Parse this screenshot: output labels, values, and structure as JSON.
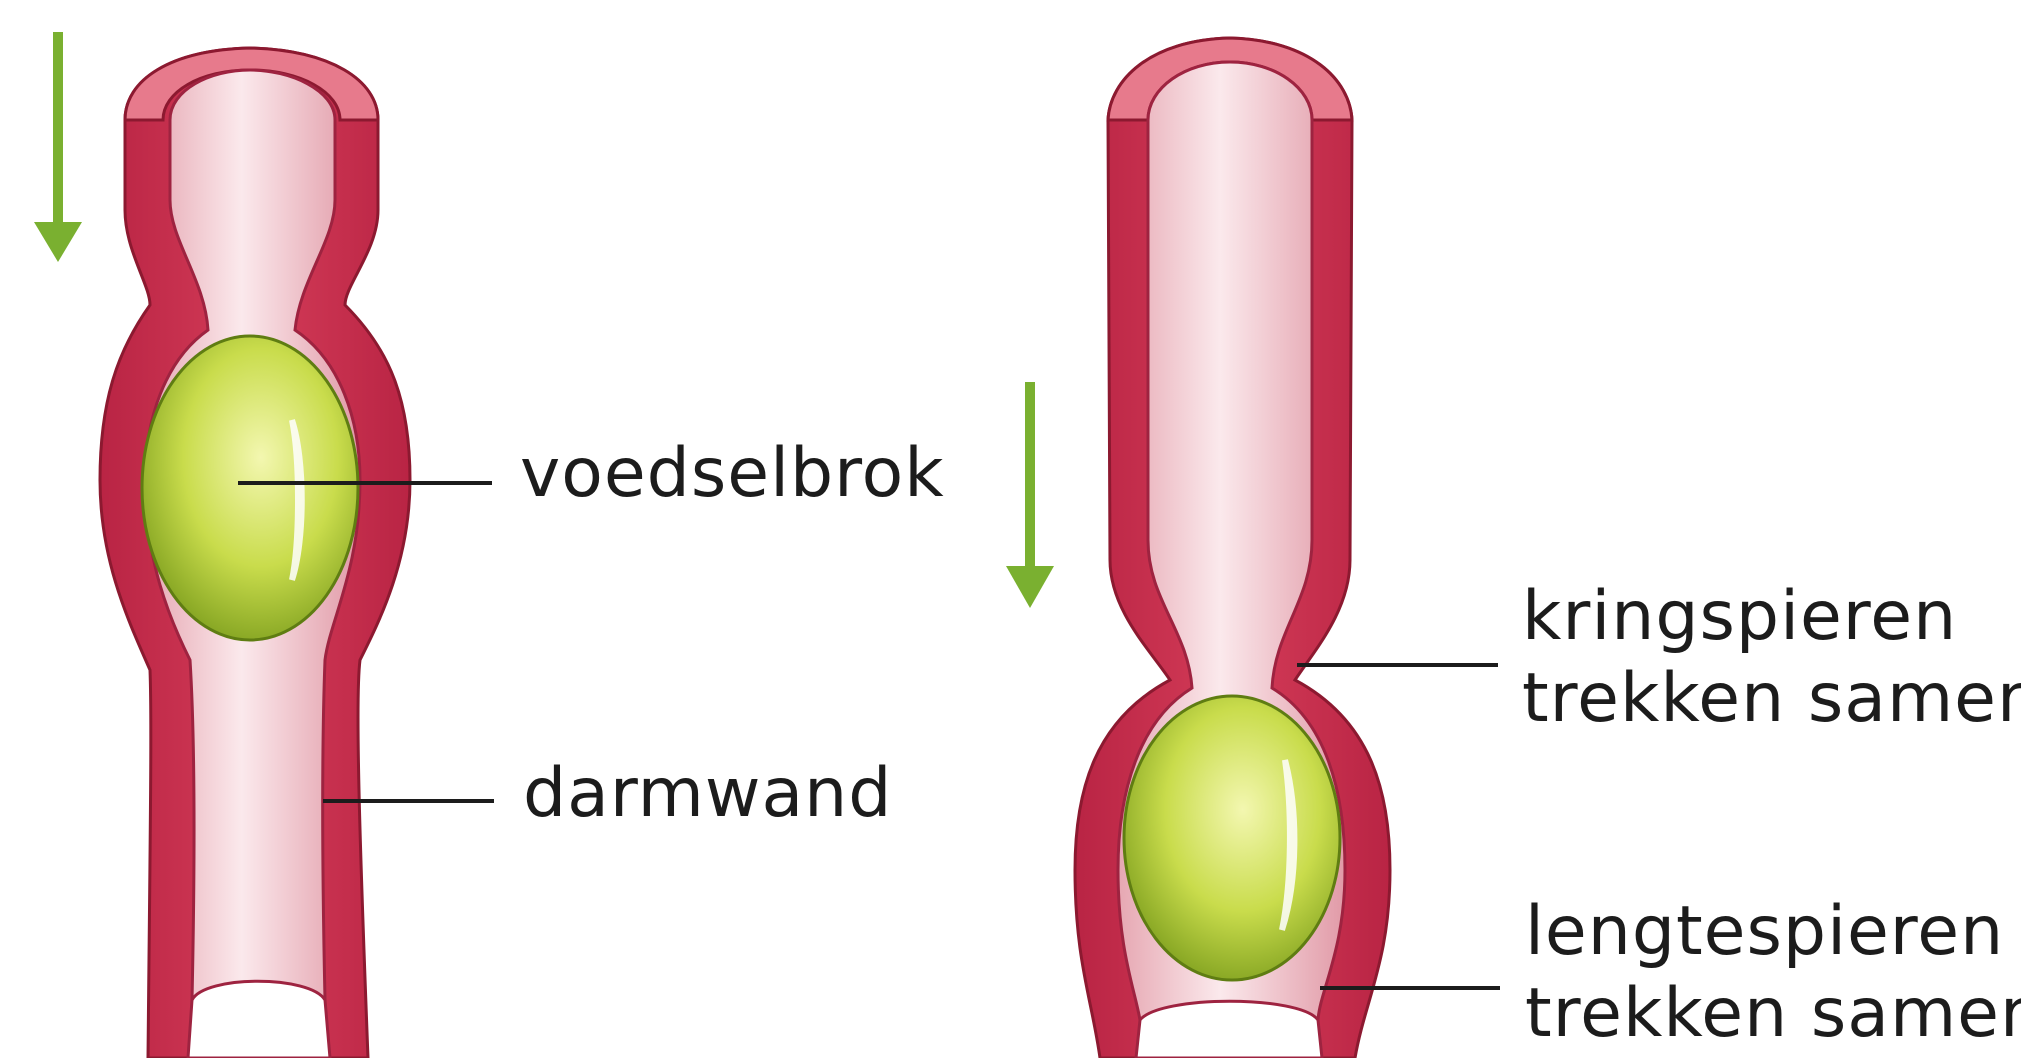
{
  "labels": {
    "food_bolus": "voedselbrok",
    "intestinal_wall": "darmwand",
    "ring_muscles": [
      "kringspieren",
      "trekken samen"
    ],
    "longitudinal_muscles": [
      "lengtespieren",
      "trekken samen"
    ]
  },
  "colors": {
    "wall": "#cf3552",
    "wall_dark": "#a8203c",
    "wall_top": "#e77a8c",
    "lumen": "#f3c9cf",
    "lumen_light": "#fbe9ec",
    "bolus": "#b6d23a",
    "bolus_light": "#eef59a",
    "bolus_edge": "#6f8f18",
    "arrow": "#7ab030",
    "leader": "#1c1c1c"
  }
}
